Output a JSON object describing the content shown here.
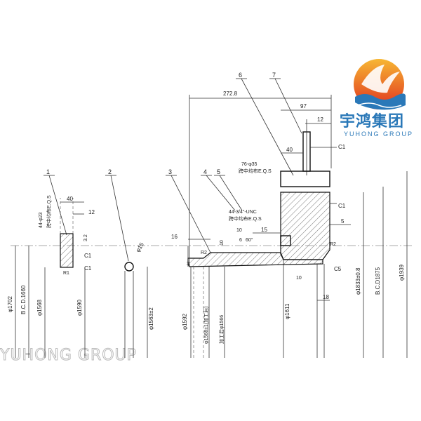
{
  "logo": {
    "name_cn": "宇鸿集团",
    "name_en": "YUHONG GROUP"
  },
  "watermark": "YUHONG GROUP",
  "balloons": [
    "1",
    "2",
    "3",
    "4",
    "5",
    "6",
    "7"
  ],
  "dims": {
    "d40a": "40",
    "d12a": "12",
    "d32": "3.2",
    "c1a": "C1",
    "c1b": "C1",
    "r1": "R1",
    "holes_a": "44-φ23",
    "holes_a_note": "跨中均布E.Q.S",
    "d1702": "φ1702",
    "bcd1660": "B.C.D.1660",
    "d1568": "φ1568",
    "d1590": "φ1590",
    "d15": "φ15",
    "d1563": "φ1563±2",
    "d16": "16",
    "r2": "R2",
    "d10a": "10",
    "d1592": "φ1592",
    "d3": "3",
    "d1568t": "φ1568±1(加工后)",
    "d1566": "加工后φ1566",
    "d2728": "272.8",
    "d97": "97",
    "d12b": "12",
    "d40b": "40",
    "c1c": "C1",
    "holes_b": "76-φ35",
    "holes_b_note": "跨中均布E.Q.S",
    "holes_c": "44-3/4\"-UNC",
    "holes_c_note": "跨中均布E.Q.S",
    "d10b": "10",
    "d6": "6",
    "a60": "60°",
    "d15b": "15",
    "c1d": "C1",
    "d5": "5",
    "r2b": "R2",
    "c5": "C5",
    "d10c": "10",
    "d18": "18",
    "d1611": "φ1611",
    "d1833": "φ1833±0.8",
    "bcd1875": "B.C.D1875",
    "d1939": "φ1939"
  }
}
